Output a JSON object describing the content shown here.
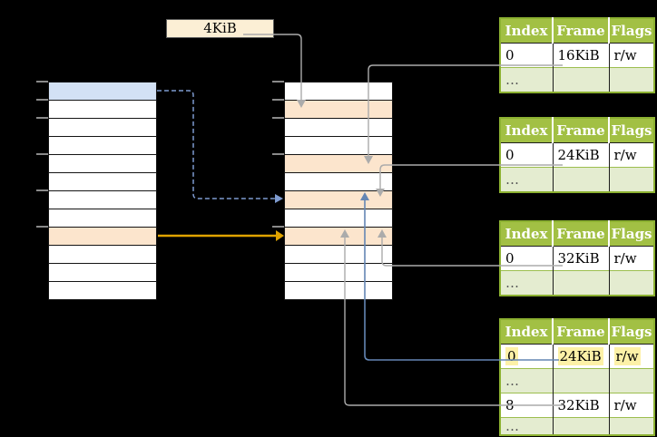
{
  "colors": {
    "background": "#000000",
    "white": "#ffffff",
    "blue": "#D3E1F5",
    "orange": "#FCE5CD",
    "cream": "#FCEFD5",
    "yellow_highlight": "#FDF1A7",
    "green_header": "#A2C044",
    "green_border": "#8CB131",
    "green_row": "#E4ECD0",
    "gray_line": "#ABABAB",
    "blue_line": "#6486B4",
    "blue_dashed": "#7E9BD0",
    "orange_line": "#E0A300",
    "tick": "#8A8A8A"
  },
  "size_label": {
    "text": "4KiB"
  },
  "memory": {
    "left": {
      "rows": [
        "blue",
        "white",
        "white",
        "white",
        "white",
        "white",
        "white",
        "white",
        "orange",
        "white",
        "white",
        "white"
      ],
      "ticks": [
        90,
        110,
        130,
        170,
        210,
        250
      ]
    },
    "middle": {
      "rows": [
        "white",
        "orange",
        "white",
        "white",
        "orange",
        "white",
        "orange",
        "white",
        "orange",
        "white",
        "white",
        "white"
      ],
      "ticks": [
        90,
        110,
        130,
        170,
        250
      ]
    }
  },
  "page_tables": [
    {
      "headers": [
        "Index",
        "Frame",
        "Flags"
      ],
      "rows": [
        {
          "cells": [
            "0",
            "16KiB",
            "r/w"
          ],
          "highlight": false
        },
        {
          "cells": [
            "…",
            "",
            ""
          ],
          "highlight": false
        }
      ]
    },
    {
      "headers": [
        "Index",
        "Frame",
        "Flags"
      ],
      "rows": [
        {
          "cells": [
            "0",
            "24KiB",
            "r/w"
          ],
          "highlight": false
        },
        {
          "cells": [
            "…",
            "",
            ""
          ],
          "highlight": false
        }
      ]
    },
    {
      "headers": [
        "Index",
        "Frame",
        "Flags"
      ],
      "rows": [
        {
          "cells": [
            "0",
            "32KiB",
            "r/w"
          ],
          "highlight": false
        },
        {
          "cells": [
            "…",
            "",
            ""
          ],
          "highlight": false
        }
      ]
    },
    {
      "headers": [
        "Index",
        "Frame",
        "Flags"
      ],
      "rows": [
        {
          "cells": [
            "0",
            "24KiB",
            "r/w"
          ],
          "highlight": true
        },
        {
          "cells": [
            "…",
            "",
            ""
          ],
          "highlight": false
        },
        {
          "cells": [
            "8",
            "32KiB",
            "r/w"
          ],
          "highlight": false
        },
        {
          "cells": [
            "…",
            "",
            ""
          ],
          "highlight": false
        }
      ]
    }
  ]
}
